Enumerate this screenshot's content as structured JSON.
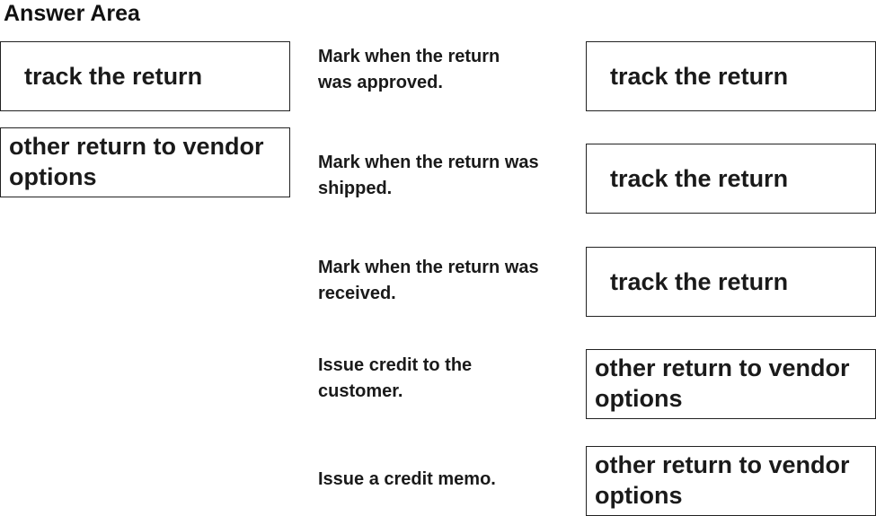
{
  "title": "Answer Area",
  "options": [
    "track the return",
    "other return to vendor options"
  ],
  "statements": [
    {
      "text": "Mark when the return was approved.",
      "answer": "track the return"
    },
    {
      "text": "Mark when the return was shipped.",
      "answer": "track the return"
    },
    {
      "text": "Mark when the return was received.",
      "answer": "track the return"
    },
    {
      "text": "Issue credit to the customer.",
      "answer": "other return to vendor options"
    },
    {
      "text": "Issue a credit memo.",
      "answer": "other return to vendor options"
    }
  ]
}
